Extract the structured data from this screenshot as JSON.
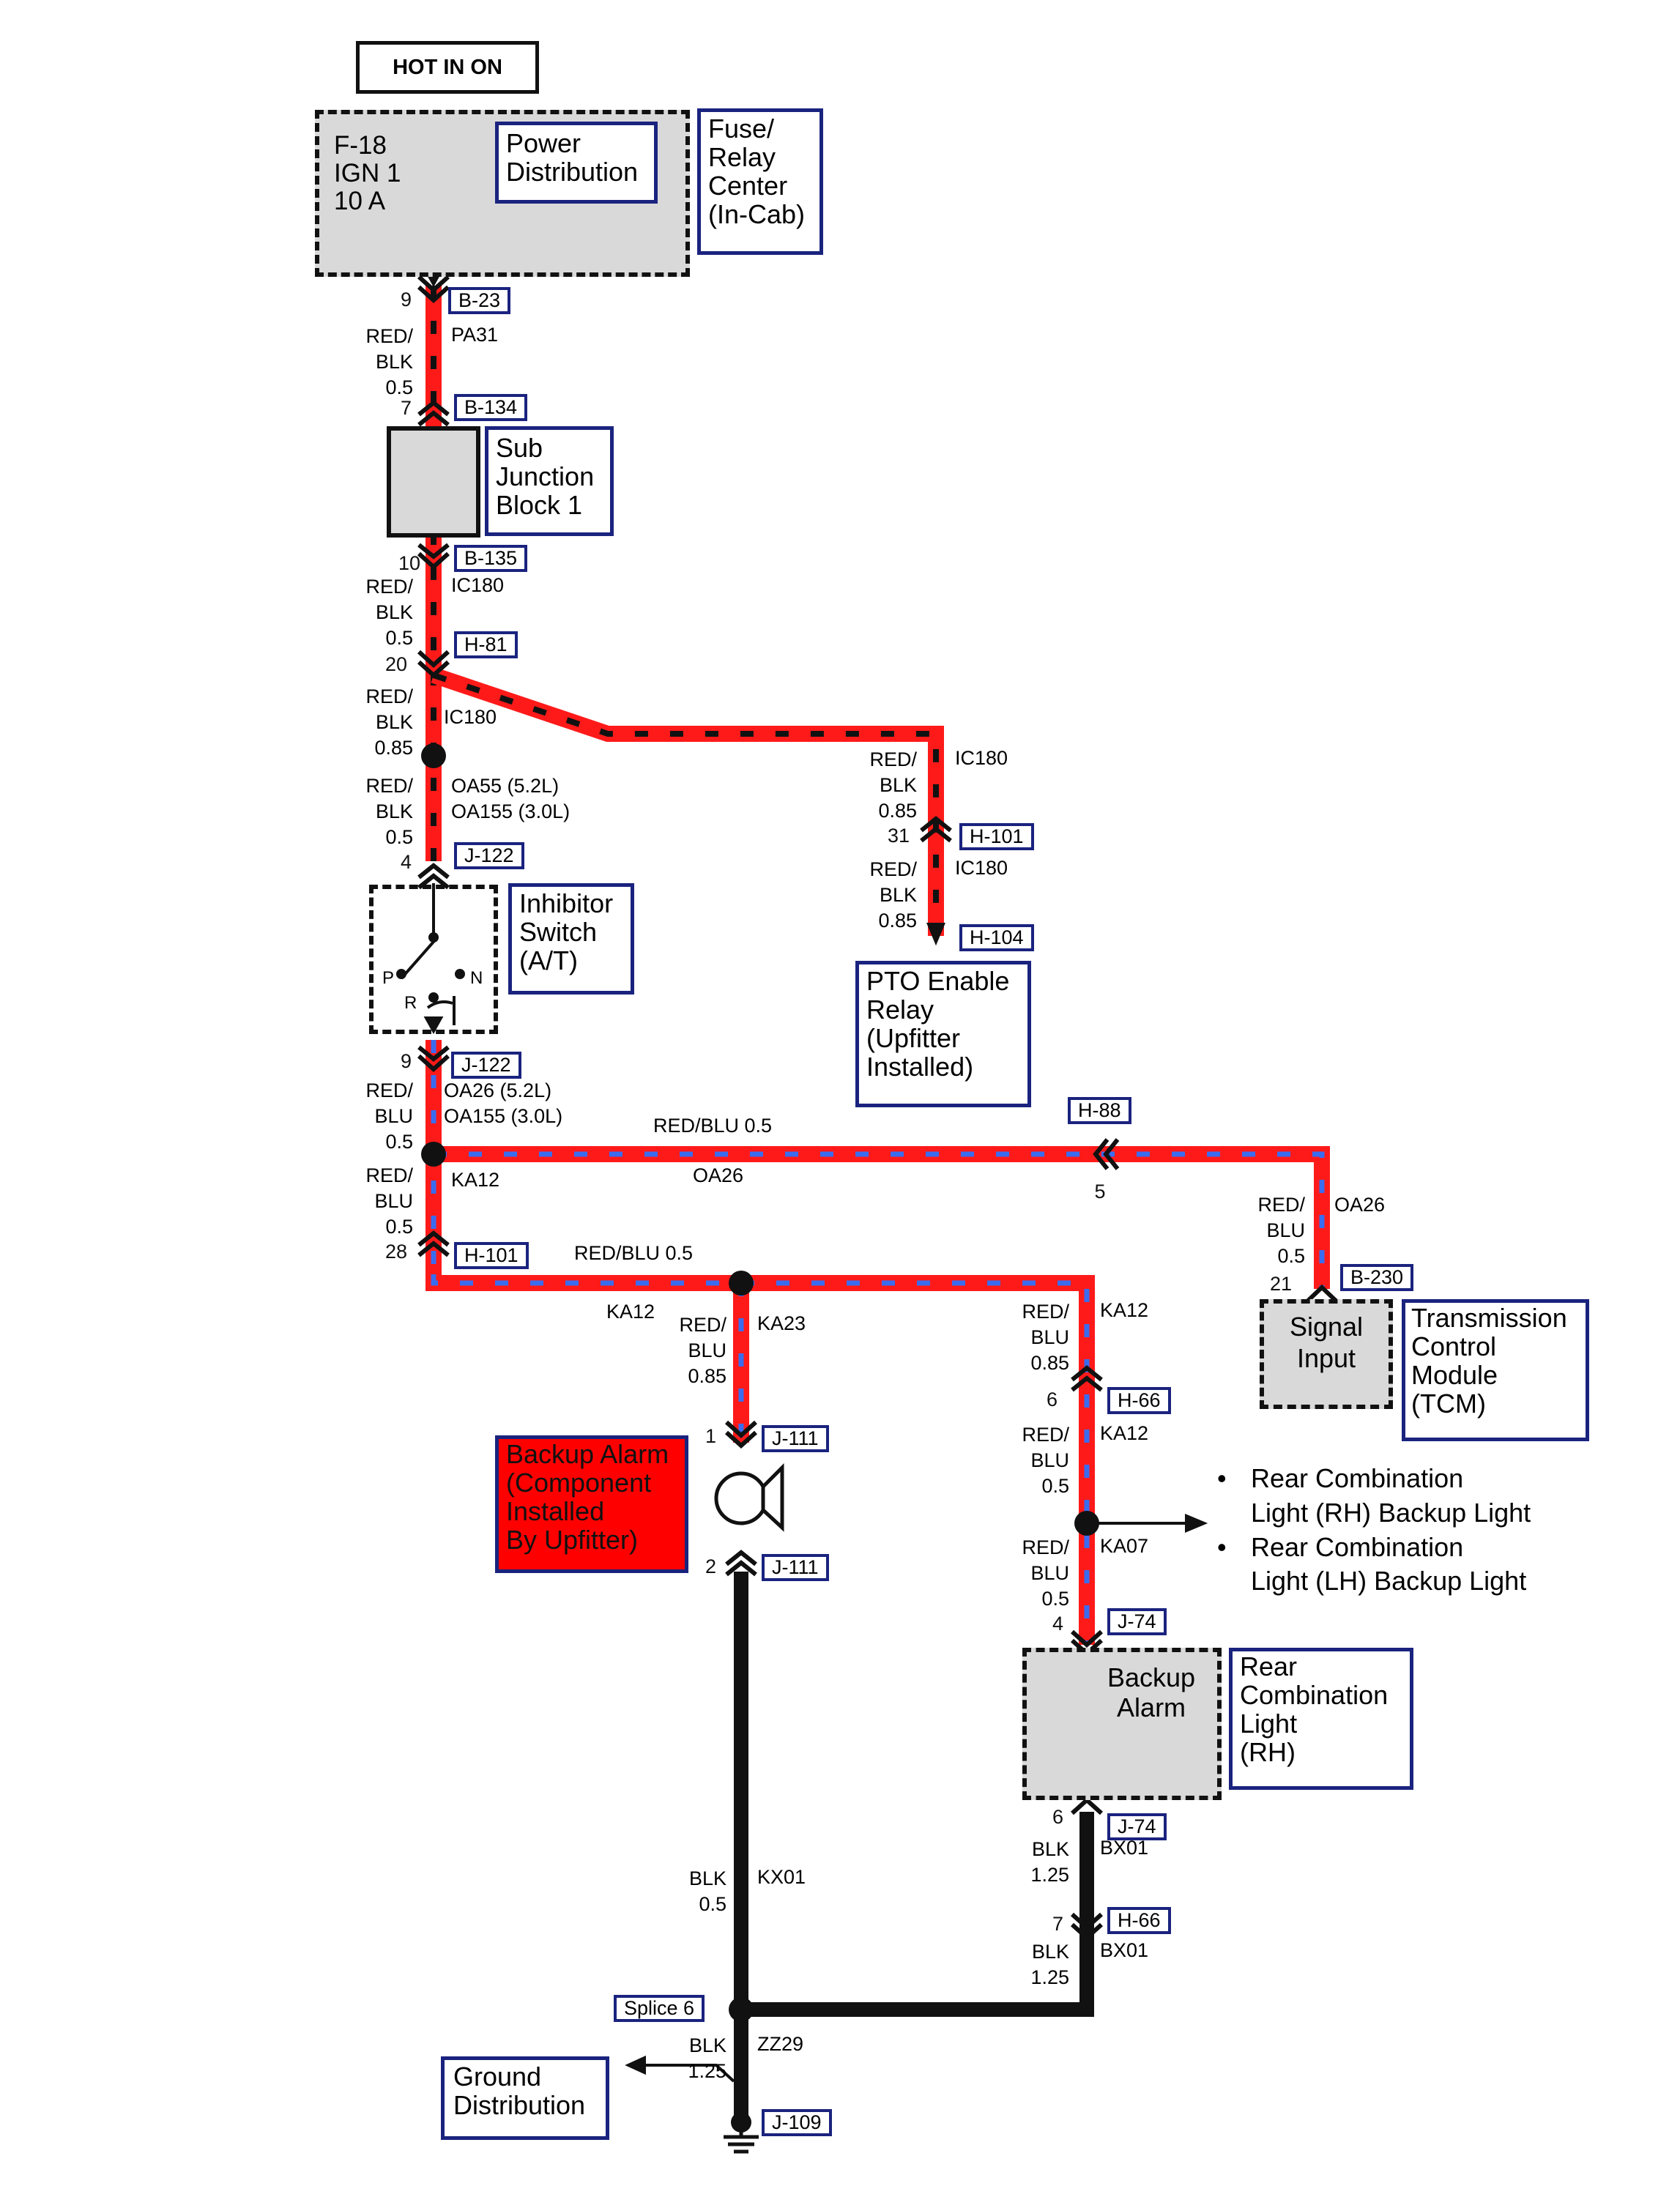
{
  "header": "HOT IN ON",
  "fuse": {
    "label": "F-18\nIGN 1\n10 A",
    "power": "Power\nDistribution",
    "center": "Fuse/\nRelay\nCenter\n(In-Cab)"
  },
  "sub_junction": "Sub\nJunction\nBlock 1",
  "inhibitor": {
    "label": "Inhibitor\nSwitch\n(A/T)",
    "p": "P",
    "n": "N",
    "r": "R"
  },
  "pto": "PTO Enable\nRelay\n(Upfitter\nInstalled)",
  "tcm": {
    "signal": "Signal\nInput",
    "label": "Transmission\nControl\nModule\n(TCM)"
  },
  "alarm_note": "Backup Alarm\n(Component\nInstalled\nBy Upfitter)",
  "rear_light": {
    "inner": "Backup\nAlarm",
    "label": "Rear\nCombination\nLight\n(RH)"
  },
  "ground": "Ground\nDistribution",
  "bullets": [
    "Rear Combination\nLight (RH) Backup Light",
    "Rear Combination\nLight (LH) Backup Light"
  ],
  "connectors": {
    "b23": "B-23",
    "b134": "B-134",
    "b135": "B-135",
    "h81": "H-81",
    "j122a": "J-122",
    "j122b": "J-122",
    "h101a": "H-101",
    "h104": "H-104",
    "h88": "H-88",
    "h101b": "H-101",
    "b230": "B-230",
    "j111a": "J-111",
    "j111b": "J-111",
    "h66a": "H-66",
    "j74a": "J-74",
    "j74b": "J-74",
    "h66b": "H-66",
    "splice6": "Splice 6",
    "j109": "J-109"
  },
  "pins": {
    "p9a": "9",
    "p7": "7",
    "p10": "10",
    "p20": "20",
    "p4a": "4",
    "p9b": "9",
    "p31": "31",
    "p5": "5",
    "p28": "28",
    "p21": "21",
    "p1": "1",
    "p2": "2",
    "p6a": "6",
    "p4b": "4",
    "p6b": "6",
    "p7b": "7"
  },
  "wires": {
    "w1": "RED/\nBLK\n0.5",
    "w1c": "PA31",
    "w2": "RED/\nBLK\n0.5",
    "w2c": "IC180",
    "w3": "RED/\nBLK\n0.85",
    "w3c": "IC180",
    "w4": "RED/\nBLK\n0.5",
    "w4c": "OA55 (5.2L)\nOA155 (3.0L)",
    "w5": "RED/\nBLK\n0.85",
    "w5c": "IC180",
    "w6": "RED/\nBLK\n0.85",
    "w6c": "IC180",
    "w7": "RED/\nBLU\n0.5",
    "w7c": "OA26 (5.2L)\nOA155 (3.0L)",
    "w8": "RED/\nBLU\n0.5",
    "w8c": "KA12",
    "w9top": "RED/BLU 0.5",
    "w9bot": "OA26",
    "w10": "RED/\nBLU\n0.5",
    "w10c": "OA26",
    "w11top": "RED/BLU 0.5",
    "w11left": "KA12",
    "w12": "RED/\nBLU\n0.85",
    "w12c": "KA23",
    "w13": "RED/\nBLU\n0.85",
    "w13c": "KA12",
    "w14": "RED/\nBLU\n0.5",
    "w14c": "KA12",
    "w15": "RED/\nBLU\n0.5",
    "w15c": "KA07",
    "w16": "BLK\n0.5",
    "w16c": "KX01",
    "w17": "BLK\n1.25",
    "w17c": "BX01",
    "w18": "BLK\n1.25",
    "w18c": "BX01",
    "w19": "BLK\n1.25",
    "w19c": "ZZ29"
  },
  "colors": {
    "red": "#ff1a1a",
    "blk_stripe": "#111111",
    "blu_stripe": "#3a6cf0",
    "frame": "#1a237e"
  }
}
